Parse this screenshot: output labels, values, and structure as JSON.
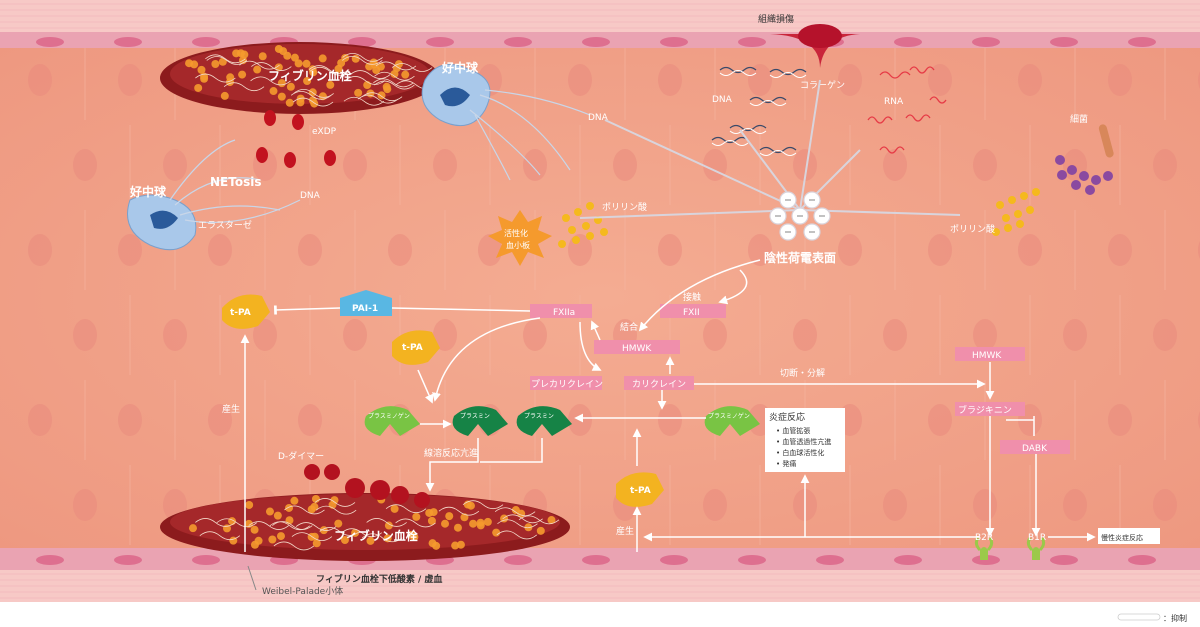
{
  "colors": {
    "lumen": "#f1a189",
    "lumen_light": "#f6b9a3",
    "wall": "#f7c9c6",
    "cell": "#e9a2b0",
    "nucleus": "#de6f8f",
    "pink_box": "#f08fab",
    "tpa_yellow": "#f3b320",
    "plasmin_green": "#168346",
    "plasminogen_green": "#79c444",
    "pai_blue": "#59b7e3",
    "clot_dark": "#8c1b1d",
    "platelet_orange": "#f59a2d",
    "neutrophil_blue": "#a9c8ea",
    "polyp_yellow": "#f5b91d"
  },
  "labels": {
    "tissue_damage": "組織損傷",
    "fibrin_top": "フィブリン血栓",
    "neutrophil_1": "好中球",
    "neutrophil_2": "好中球",
    "exdp": "eXDP",
    "netosis": "NETosis",
    "elastase": "エラスターゼ",
    "dna_net": "DNA",
    "dna_left": "DNA",
    "dna_top": "DNA",
    "collagen": "コラーゲン",
    "rna": "RNA",
    "bacteria": "細菌",
    "polyp_left": "ポリリン酸",
    "polyp_right": "ポリリン酸",
    "activated_platelet": "活性化\n血小板",
    "neg_surface": "陰性荷電表面",
    "contact": "接触",
    "fxii": "FXII",
    "fxiia": "FXIIa",
    "bind": "結合",
    "hmwk_center": "HMWK",
    "prekallikrein": "プレカリクレイン",
    "kallikrein": "カリクレイン",
    "cleave": "切断・分解",
    "hmwk_right": "HMWK",
    "bradykinin": "ブラジキニン",
    "dabk": "DABK",
    "b2r": "B2R",
    "b1r": "B1R",
    "chronic": "慢性炎症反応",
    "pai1": "PAI-1",
    "tpa_1": "t-PA",
    "tpa_2": "t-PA",
    "tpa_3": "t-PA",
    "plasminogen_1": "プラスミノゲン",
    "plasminogen_2": "プラスミノゲン",
    "plasmin_1": "プラスミン",
    "plasmin_2": "プラスミン",
    "fibrinolysis": "線溶反応亢進",
    "ddimer": "D-ダイマー",
    "production_left": "産生",
    "production_right": "産生",
    "fibrin_bottom": "フィブリン血栓",
    "hypoxia": "フィブリン血栓下低酸素 / 虚血",
    "weibel": "Weibel-Palade小体",
    "legend_inhibit": "：抑制"
  },
  "inflammation": {
    "title": "炎症反応",
    "items": [
      "血管拡張",
      "血管透過性亢進",
      "白血球活性化",
      "発痛"
    ]
  }
}
